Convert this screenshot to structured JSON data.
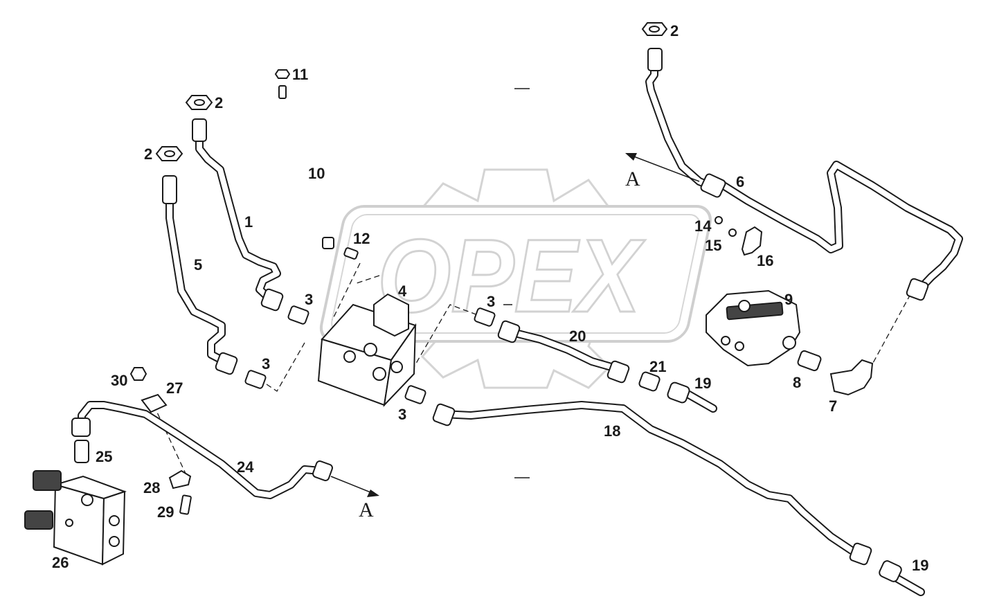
{
  "watermark": {
    "text": "OPEX"
  },
  "callouts": [
    {
      "id": "c1",
      "text": "1"
    },
    {
      "id": "c2a",
      "text": "2"
    },
    {
      "id": "c2b",
      "text": "2"
    },
    {
      "id": "c2c",
      "text": "2"
    },
    {
      "id": "c3a",
      "text": "3"
    },
    {
      "id": "c3b",
      "text": "3"
    },
    {
      "id": "c3c",
      "text": "3"
    },
    {
      "id": "c3d",
      "text": "3"
    },
    {
      "id": "c4",
      "text": "4"
    },
    {
      "id": "c5",
      "text": "5"
    },
    {
      "id": "c6",
      "text": "6"
    },
    {
      "id": "c7",
      "text": "7"
    },
    {
      "id": "c8",
      "text": "8"
    },
    {
      "id": "c9",
      "text": "9"
    },
    {
      "id": "c10",
      "text": "10"
    },
    {
      "id": "c11",
      "text": "11"
    },
    {
      "id": "c12",
      "text": "12"
    },
    {
      "id": "c14",
      "text": "14"
    },
    {
      "id": "c15",
      "text": "15"
    },
    {
      "id": "c16",
      "text": "16"
    },
    {
      "id": "c18",
      "text": "18"
    },
    {
      "id": "c19a",
      "text": "19"
    },
    {
      "id": "c19b",
      "text": "19"
    },
    {
      "id": "c20",
      "text": "20"
    },
    {
      "id": "c21",
      "text": "21"
    },
    {
      "id": "c24",
      "text": "24"
    },
    {
      "id": "c25",
      "text": "25"
    },
    {
      "id": "c26",
      "text": "26"
    },
    {
      "id": "c27",
      "text": "27"
    },
    {
      "id": "c28",
      "text": "28"
    },
    {
      "id": "c29",
      "text": "29"
    },
    {
      "id": "c30",
      "text": "30"
    }
  ],
  "arrow_labels": [
    {
      "id": "a1",
      "text": "A"
    },
    {
      "id": "a2",
      "text": "A"
    }
  ]
}
